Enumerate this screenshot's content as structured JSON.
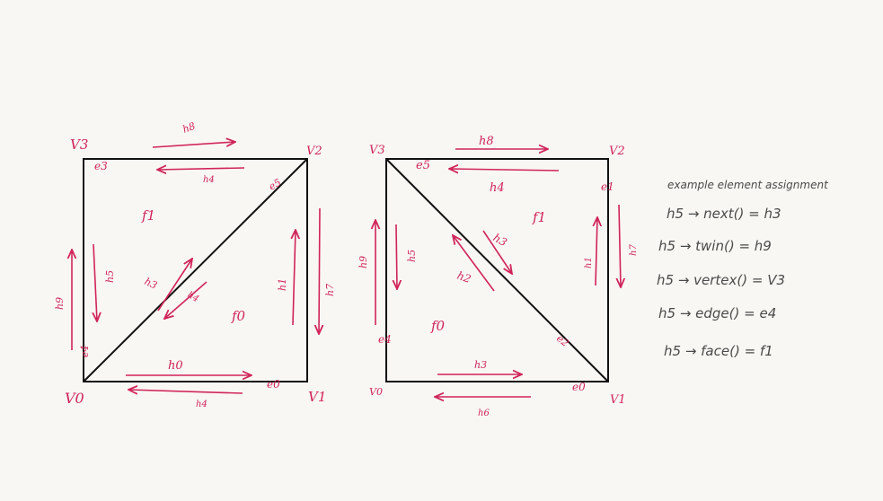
{
  "colors": {
    "background": "#f9f7f3",
    "ink": "#111111",
    "annotation": "#d0245a",
    "note_ink": "#4a4a4a"
  },
  "left_mesh": {
    "vertices": {
      "v0": "V0",
      "v1": "V1",
      "v2": "V2",
      "v3": "V3"
    },
    "edges": {
      "e3": "e3",
      "e0": "e0",
      "e4": "e4",
      "e5": "e5"
    },
    "faces": {
      "f1": "f1",
      "f0": "f0"
    },
    "halfedges": {
      "top_out": "h8",
      "top_in": "h4",
      "left_out": "h9",
      "left_in": "h5",
      "right_out": "h7",
      "right_in": "h1",
      "bottom_in": "h0",
      "bottom_out": "h4",
      "diag_a": "h3",
      "diag_b": "h4"
    }
  },
  "right_mesh": {
    "vertices": {
      "v0": "V0",
      "v1": "V1",
      "v2": "V2",
      "v3": "V3"
    },
    "edges": {
      "e5": "e5",
      "e1": "e1",
      "e4": "e4",
      "e2": "e2",
      "e0": "e0"
    },
    "faces": {
      "f1": "f1",
      "f0": "f0"
    },
    "halfedges": {
      "top_out": "h8",
      "top_in": "h4",
      "left_out": "h9",
      "left_in": "h5",
      "right_out": "h7",
      "right_in": "h1",
      "bottom_in": "h3",
      "bottom_out": "h6",
      "diag_a": "h3",
      "diag_b": "h2"
    }
  },
  "notes": {
    "title": "example element assignment",
    "lines": [
      "h5 → next() = h3",
      "h5 → twin() = h9",
      "h5 → vertex() = V3",
      "h5 → edge() = e4",
      "h5 → face() = f1"
    ]
  }
}
